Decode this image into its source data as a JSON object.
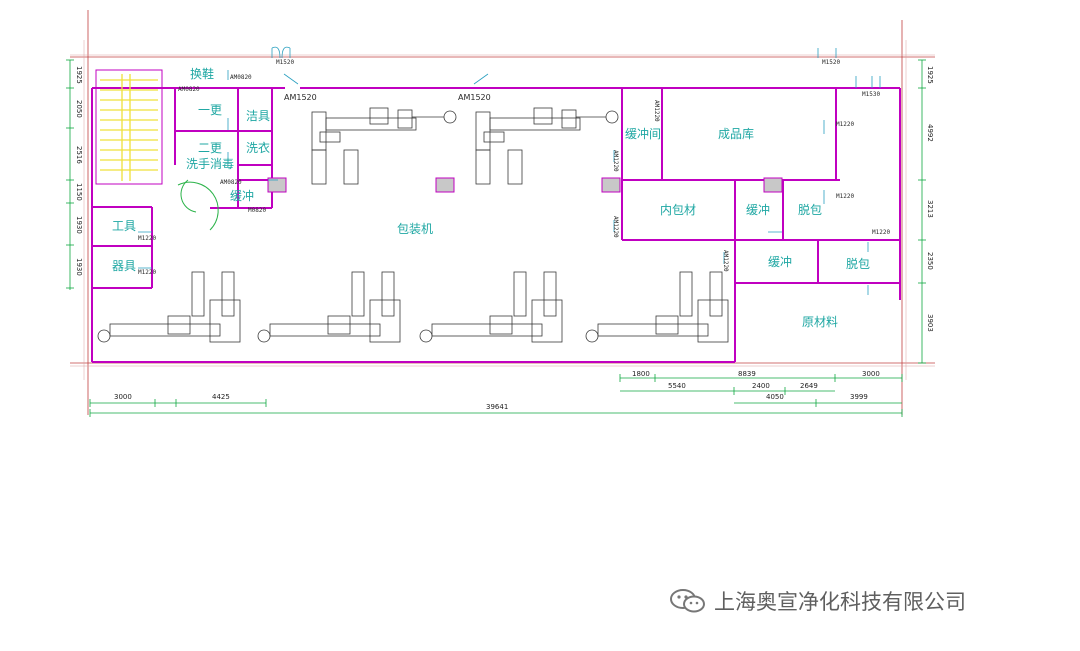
{
  "rooms": {
    "changing_shoes": "换鞋",
    "first_change": "一更",
    "cleaning_tools": "洁具",
    "second_change": "二更",
    "hand_wash": "洗手消毒",
    "laundry": "洗衣",
    "buffer_left": "缓冲",
    "tools": "工具",
    "utensils": "器具",
    "packaging_machine": "包装机",
    "buffer_room": "缓冲间",
    "finished_goods": "成品库",
    "inner_material": "内包材",
    "buffer_mid": "缓冲",
    "unpacking": "脱包",
    "buffer_low": "缓冲",
    "unpack_low": "脱包",
    "raw_material": "原材料"
  },
  "doors": {
    "am1520_left": "AM1520",
    "am1520_right": "AM1520",
    "m1220_a": "M1220",
    "m1220_b": "M1220",
    "m1220_c": "M1220",
    "m1220_d": "M1220",
    "m1220_e": "M1220",
    "m0820": "M0820",
    "am0820": "AM0820",
    "m1530": "M1530",
    "m1520_top": "M1520",
    "m1520_topright": "M1520",
    "am0820_b": "AM0820",
    "am0820_c": "AM0820",
    "am1220_a": "AM1220",
    "am1220_b": "AM1220",
    "am1220_c": "AM1220",
    "am1220_d": "AM1220"
  },
  "dims_left": [
    "1925",
    "2050",
    "2516",
    "1150",
    "1930",
    "1930"
  ],
  "dims_right": [
    "1925",
    "4992",
    "3213",
    "2350",
    "3903"
  ],
  "dims_bottom_row1": [
    "1800",
    "8839",
    "3000"
  ],
  "dims_bottom_row2": [
    "5540",
    "2400",
    "2649"
  ],
  "dims_bottom_row3": [
    "3000",
    "4425",
    "4050",
    "3999"
  ],
  "dims_total": "39641",
  "watermark_text": "上海奥宣净化科技有限公司",
  "colors": {
    "wall": "#c000c0",
    "grid": "#b83a3a",
    "dimension": "#0fa840",
    "label": "#1fa7a3",
    "stair": "#f0e13a",
    "equipment": "#3a3a3a"
  }
}
